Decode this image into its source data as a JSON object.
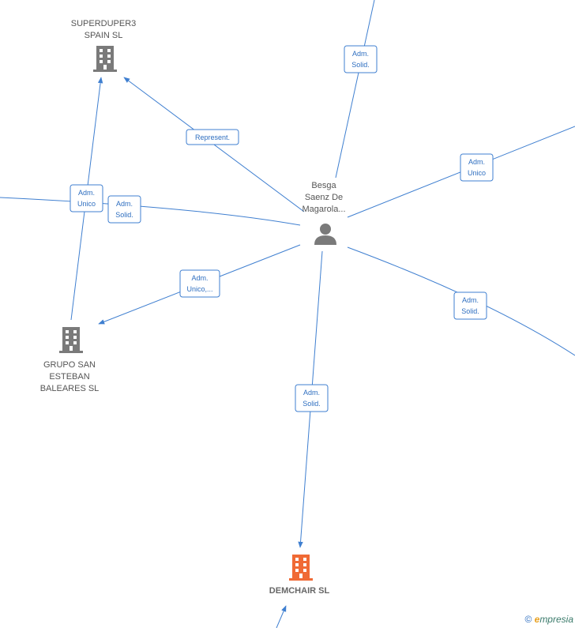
{
  "nodes": {
    "superduper": {
      "lines": [
        "SUPERDUPER3",
        "SPAIN  SL"
      ],
      "color": "#7a7a7a"
    },
    "grupo": {
      "lines": [
        "GRUPO SAN",
        "ESTEBAN",
        "BALEARES  SL"
      ],
      "color": "#7a7a7a"
    },
    "demchair": {
      "lines": [
        "DEMCHAIR  SL"
      ],
      "color": "#f06a35"
    },
    "person": {
      "lines": [
        "Besga",
        "Saenz De",
        "Magarola..."
      ],
      "color": "#7a7a7a"
    }
  },
  "edges": {
    "represent": [
      "Represent."
    ],
    "top_solid": [
      "Adm.",
      "Solid."
    ],
    "right_unico": [
      "Adm.",
      "Unico"
    ],
    "right_solid": [
      "Adm.",
      "Solid."
    ],
    "left_unico": [
      "Adm.",
      "Unico"
    ],
    "left_solid": [
      "Adm.",
      "Solid."
    ],
    "grupo_unico": [
      "Adm.",
      "Unico,..."
    ],
    "demchair_solid": [
      "Adm.",
      "Solid."
    ]
  },
  "watermark": {
    "copyright": "©",
    "brand_first": "e",
    "brand_rest": "mpresia"
  }
}
